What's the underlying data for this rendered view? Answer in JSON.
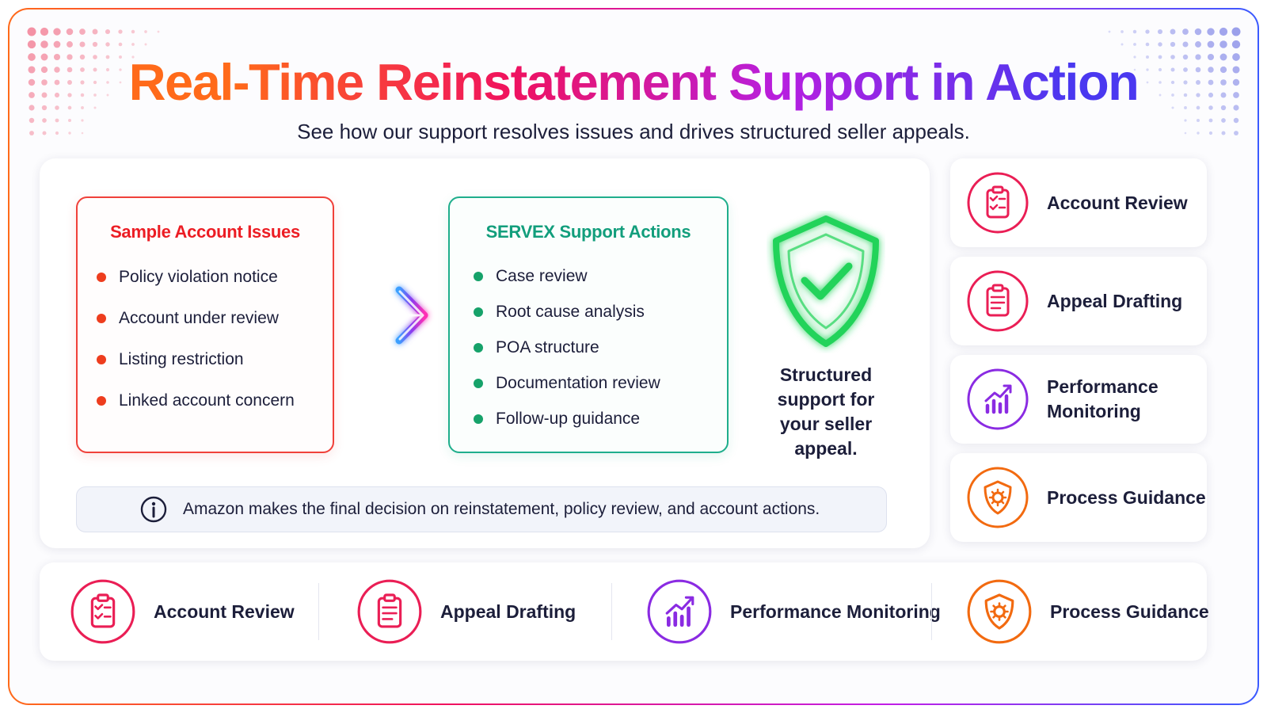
{
  "header": {
    "title": "Real-Time Reinstatement Support in Action",
    "subtitle": "See how our support resolves issues and drives structured seller appeals."
  },
  "issues": {
    "title": "Sample Account Issues",
    "items": [
      "Policy violation notice",
      "Account under review",
      "Listing restriction",
      "Linked account concern"
    ]
  },
  "actions": {
    "title": "SERVEX Support Actions",
    "items": [
      "Case review",
      "Root cause analysis",
      "POA structure",
      "Documentation review",
      "Follow-up guidance"
    ]
  },
  "shield": {
    "text": "Structured support for your seller appeal."
  },
  "notice": {
    "text": "Amazon makes the final decision on reinstatement, policy review, and account actions."
  },
  "services": [
    {
      "label": "Account Review",
      "icon": "clipboard-check-icon",
      "color": "#ea1e55"
    },
    {
      "label": "Appeal Drafting",
      "icon": "clipboard-document-icon",
      "color": "#ea1e55"
    },
    {
      "label": "Performance Monitoring",
      "icon": "bar-chart-growth-icon",
      "color": "#8a2be2"
    },
    {
      "label": "Process Guidance",
      "icon": "shield-gear-icon",
      "color": "#f26a10"
    }
  ],
  "colors": {
    "issues_accent": "#ec1d24",
    "actions_accent": "#129e7c",
    "shield_glow": "#22d35a"
  }
}
